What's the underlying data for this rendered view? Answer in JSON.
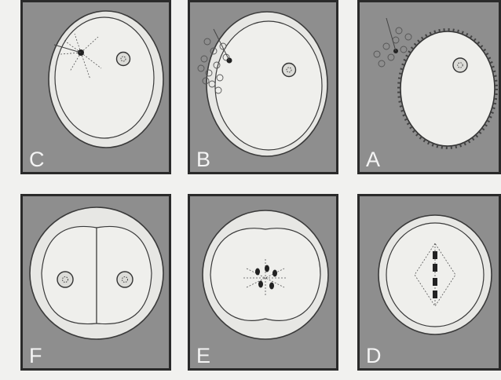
{
  "panels": [
    {
      "id": "C",
      "label": "C"
    },
    {
      "id": "B",
      "label": "B"
    },
    {
      "id": "A",
      "label": "A"
    },
    {
      "id": "F",
      "label": "F"
    },
    {
      "id": "E",
      "label": "E"
    },
    {
      "id": "D",
      "label": "D"
    }
  ],
  "colors": {
    "panel_background": "#8e8e8e",
    "panel_border": "#2a2a2a",
    "zona": "#e7e7e4",
    "cytoplasm": "#efefec",
    "outline": "#3a3a3a",
    "figure_background": "#f1f1ef"
  }
}
